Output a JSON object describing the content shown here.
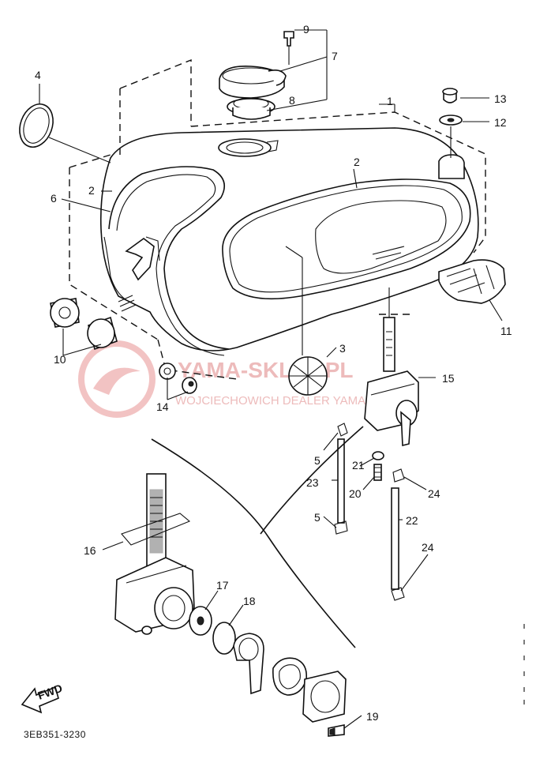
{
  "diagram": {
    "part_code": "3EB351-3230",
    "fwd_label": "FWD",
    "watermark": {
      "title": "YAMA-SKLEP.PL",
      "subtitle": "WOJCIECHOWICH DEALER YAMAHA"
    },
    "callouts": [
      "1",
      "2",
      "2",
      "3",
      "4",
      "5",
      "5",
      "6",
      "7",
      "8",
      "9",
      "10",
      "11",
      "12",
      "13",
      "14",
      "15",
      "16",
      "17",
      "18",
      "19",
      "20",
      "21",
      "22",
      "23",
      "24",
      "24"
    ]
  }
}
